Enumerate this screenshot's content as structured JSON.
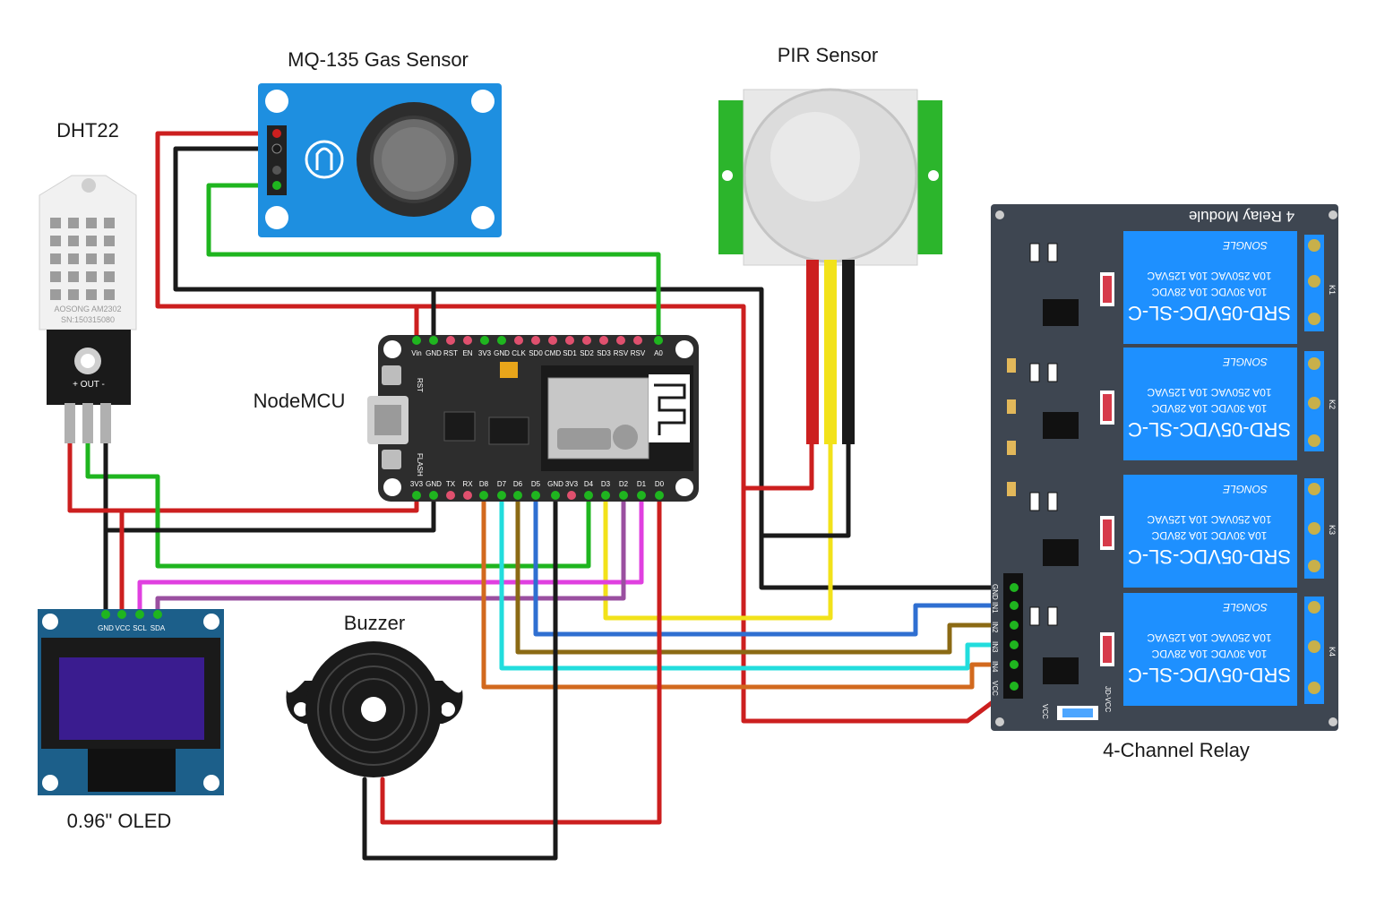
{
  "labels": {
    "gas_sensor": "MQ-135 Gas Sensor",
    "pir_sensor": "PIR Sensor",
    "dht": "DHT22",
    "nodemcu": "NodeMCU",
    "buzzer": "Buzzer",
    "oled": "0.96\" OLED",
    "relay": "4-Channel Relay"
  },
  "dht_text": {
    "model": "AOSONG AM2302",
    "serial": "SN:150315080",
    "pins": "+ OUT -"
  },
  "relay_text": {
    "module_title": "4 Relay Module",
    "relay_model": "SRD-05VDC-SL-C",
    "rating_1": "10A 250VAC 10A 125VAC",
    "rating_2": "10A 30VDC 10A 28VDC",
    "brand": "SONGLE",
    "channels": [
      "K1",
      "K2",
      "K3",
      "K4"
    ],
    "header_pins": [
      "GND",
      "IN1",
      "IN2",
      "IN3",
      "IN4",
      "VCC"
    ],
    "jumper": "JD-VCC",
    "vcc": "VCC"
  },
  "oled_pins": [
    "GND",
    "VCC",
    "SCL",
    "SDA"
  ],
  "nodemcu_top_pins": [
    "Vin",
    "GND",
    "RST",
    "EN",
    "3V3",
    "GND",
    "CLK",
    "SD0",
    "CMD",
    "SD1",
    "SD2",
    "SD3",
    "RSV",
    "RSV",
    "A0"
  ],
  "nodemcu_bottom_pins": [
    "3V3",
    "GND",
    "TX",
    "RX",
    "D8",
    "D7",
    "D6",
    "D5",
    "GND",
    "3V3",
    "D4",
    "D3",
    "D2",
    "D1",
    "D0"
  ],
  "nodemcu_side": {
    "rst": "RST",
    "flash": "FLASH"
  },
  "colors": {
    "red": "#cc1f1f",
    "black": "#1a1a1a",
    "green": "#1fb51f",
    "yellow": "#f2e21a",
    "magenta": "#e040e0",
    "purple": "#9a4fa0",
    "orange": "#d2691e",
    "cyan": "#22dddd",
    "blue": "#2f6fd1",
    "brown": "#8b6a14",
    "board_blue": "#1e8fe0",
    "relay_blue": "#1e90ff"
  }
}
